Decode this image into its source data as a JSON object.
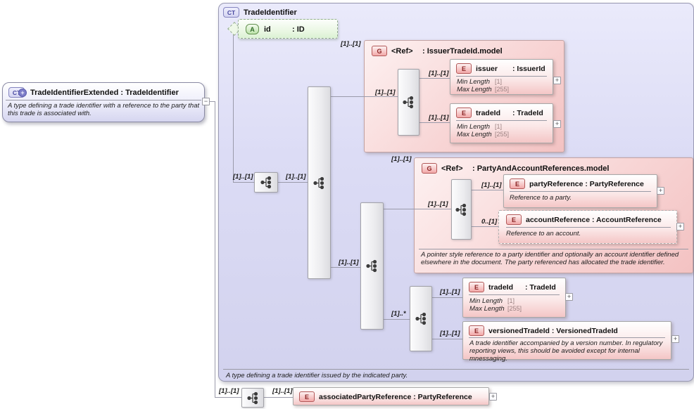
{
  "extended_type": {
    "icon": "CT",
    "plus": "+",
    "title": "TradeIdentifierExtended : TradeIdentifier",
    "description": "A type defining a trade identifier with a reference to the party that this trade is associated with."
  },
  "base_type": {
    "icon": "CT",
    "title": "TradeIdentifier",
    "footer": "A type defining a trade identifier issued by the indicated party."
  },
  "attribute": {
    "icon": "A",
    "name": "id",
    "type": ": ID"
  },
  "group1": {
    "icon": "G",
    "name": "<Ref>",
    "type": ": IssuerTradeId.model",
    "issuer": {
      "icon": "E",
      "name": "issuer",
      "type": ": IssuerId",
      "facet1_label": "Min Length",
      "facet1_value": "[1]",
      "facet2_label": "Max Length",
      "facet2_value": "[255]"
    },
    "tradeId": {
      "icon": "E",
      "name": "tradeId",
      "type": ": TradeId",
      "facet1_label": "Min Length",
      "facet1_value": "[1]",
      "facet2_label": "Max Length",
      "facet2_value": "[255]"
    }
  },
  "group2": {
    "icon": "G",
    "name": "<Ref>",
    "type": ": PartyAndAccountReferences.model",
    "partyReference": {
      "icon": "E",
      "name": "partyReference",
      "type": ": PartyReference",
      "description": "Reference to a party."
    },
    "accountReference": {
      "icon": "E",
      "name": "accountReference",
      "type": ": AccountReference",
      "description": "Reference to an account."
    },
    "footer": "A pointer style reference to a party identifier and optionally an account identifier defined elsewhere in the document. The party referenced has allocated the trade identifier."
  },
  "choice": {
    "tradeId": {
      "icon": "E",
      "name": "tradeId",
      "type": ": TradeId",
      "facet1_label": "Min Length",
      "facet1_value": "[1]",
      "facet2_label": "Max Length",
      "facet2_value": "[255]"
    },
    "versionedTradeId": {
      "icon": "E",
      "name": "versionedTradeId",
      "type": ": VersionedTradeId",
      "description": "A trade identifier accompanied by a version number. In regulatory reporting views, this should be avoided except for internal mnessaging."
    }
  },
  "associated": {
    "icon": "E",
    "name": "associatedPartyReference",
    "type": ": PartyReference"
  },
  "cardinality": {
    "one_one": "[1]..[1]",
    "zero_one": "0..[1]",
    "one_star": "[1]..*"
  },
  "controls": {
    "expand": "+",
    "collapse": "−"
  },
  "colors": {
    "base_fill": "#dcdcf5",
    "group_fill": "#f6caca",
    "element_fill": "#f5c8c8",
    "attribute_fill": "#ddf3d6",
    "accent_purple": "#8080c8",
    "accent_red": "#b05050",
    "accent_green": "#5a8a50",
    "line": "#9a9aaa"
  }
}
